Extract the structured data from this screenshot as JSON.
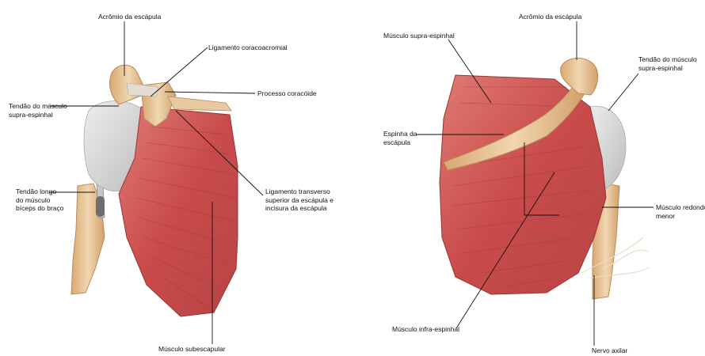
{
  "left_figure": {
    "labels": {
      "acromion": "Acrômio da escápula",
      "coracoacromial": "Ligamento coracoacromial",
      "coracoid": "Processo coracóide",
      "supraspinatus_tendon_1": "Tendão do músculo",
      "supraspinatus_tendon_2": "supra-espinhal",
      "biceps_1": "Tendão longo",
      "biceps_2": "do músculo",
      "biceps_3": "bíceps do braço",
      "transverse_1": "Ligamento transverso",
      "transverse_2": "superior da escápula e",
      "transverse_3": "incisura da escápula",
      "subscapularis": "Músculo subescapular"
    }
  },
  "right_figure": {
    "labels": {
      "acromion": "Acrômio da escápula",
      "supraspinatus_muscle": "Músculo supra-espinhal",
      "supraspinatus_tendon_1": "Tendão do músculo",
      "supraspinatus_tendon_2": "supra-espinhal",
      "spine_1": "Espinha da",
      "spine_2": "escápula",
      "teres_minor_1": "Músculo redondo",
      "teres_minor_2": "menor",
      "infraspinatus": "Músculo infra-espinhal",
      "axillary_nerve": "Nervo axilar"
    }
  },
  "colors": {
    "muscle": "#c94b4b",
    "muscle_dark": "#a83a3a",
    "muscle_light": "#e07a72",
    "bone": "#e8c49a",
    "tendon": "#cfcfcf",
    "leader_line": "#111111"
  }
}
